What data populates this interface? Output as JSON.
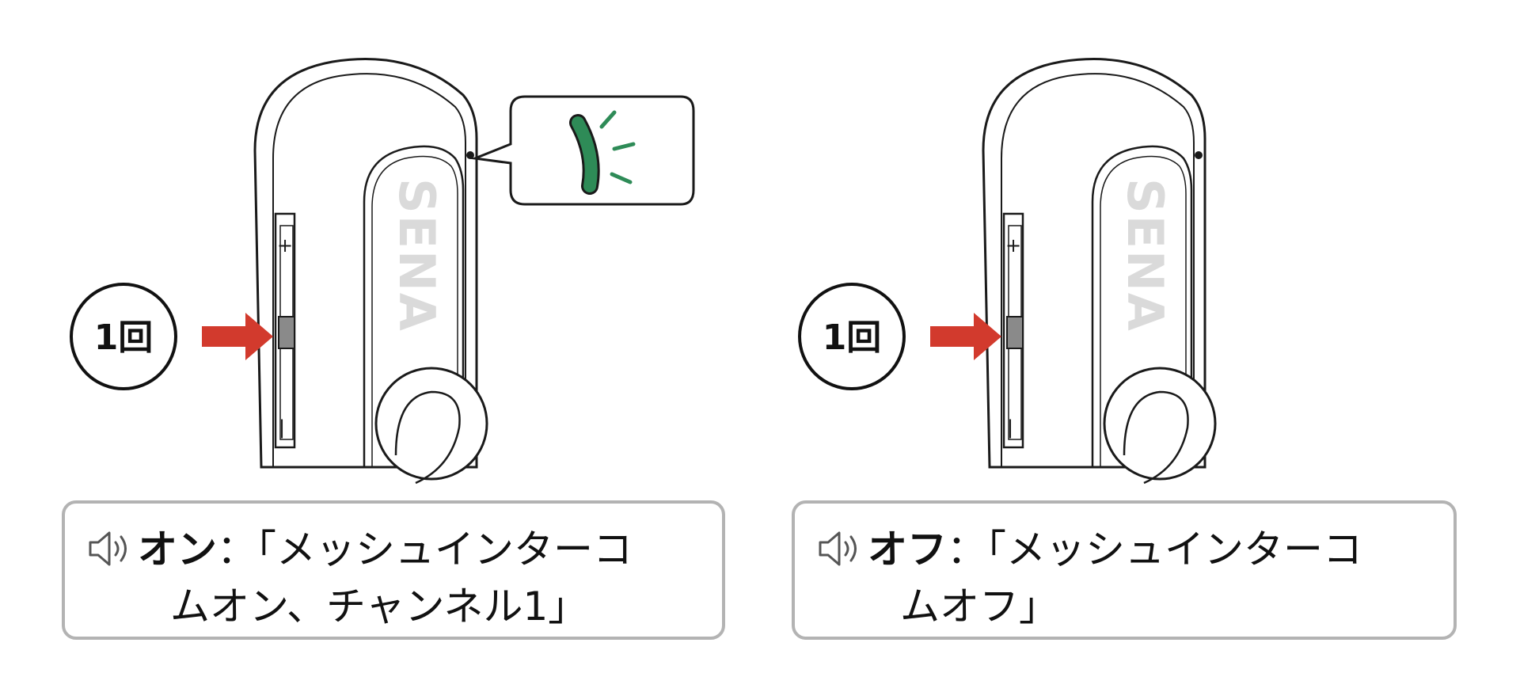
{
  "brand": "SENA",
  "panels": [
    {
      "id": "on",
      "count_label": "1回",
      "led_callout": true,
      "led_color": "#2e8b57",
      "arrow_color": "#d23a2d",
      "message": {
        "state": "オン",
        "separator": "：",
        "line1": "「メッシュインターコ",
        "line2": "ムオン、チャンネル1」"
      }
    },
    {
      "id": "off",
      "count_label": "1回",
      "led_callout": false,
      "arrow_color": "#d23a2d",
      "message": {
        "state": "オフ",
        "separator": "：",
        "line1": "「メッシュインターコ",
        "line2": "ムオフ」"
      }
    }
  ],
  "icons": {
    "speaker": "speaker-icon",
    "arrow": "press-arrow-icon"
  }
}
